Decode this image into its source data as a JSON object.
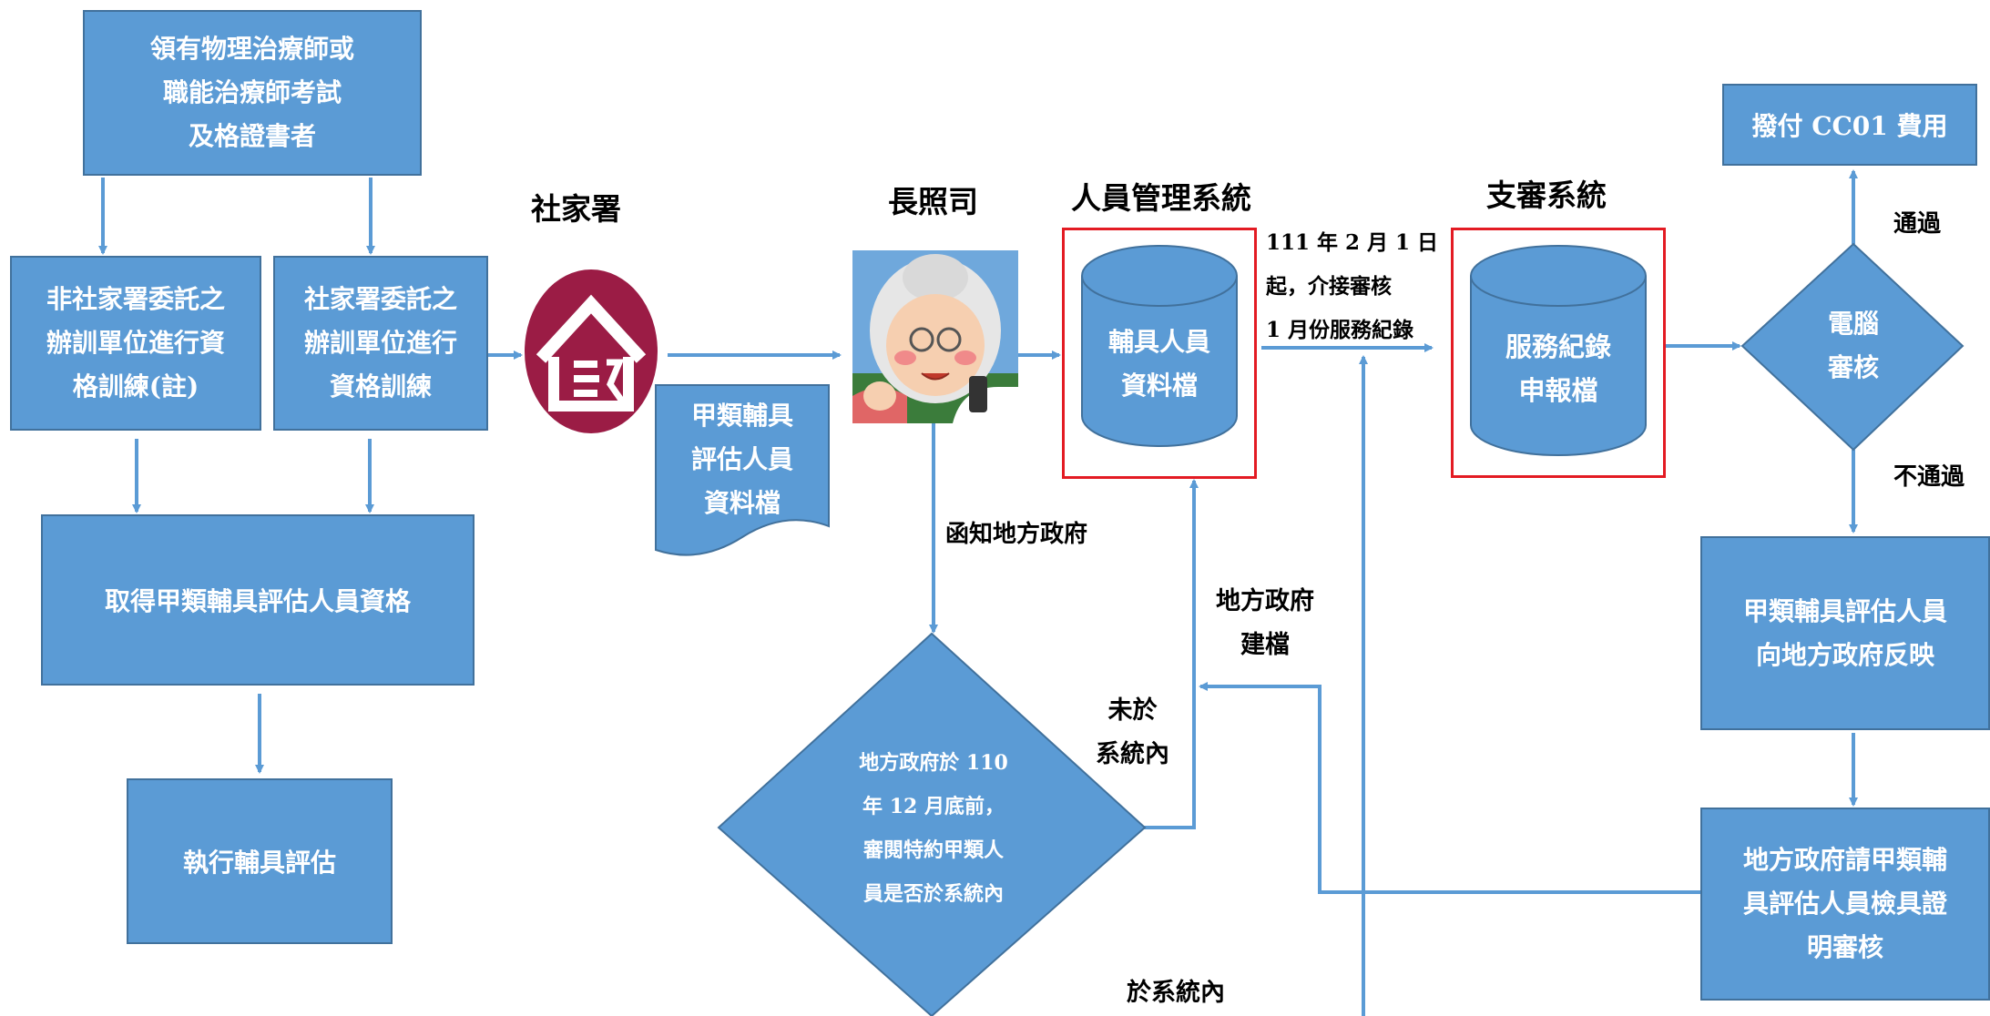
{
  "colors": {
    "box_fill": "#5b9bd5",
    "box_border": "#41719c",
    "arrow": "#5b9bd5",
    "highlight_frame": "#e31b23",
    "logo_bg": "#9b1c45"
  },
  "boxes": {
    "qualified": "領有物理治療師或\n職能治療師考試\n及格證書者",
    "non_commissioned": "非社家署委託之\n辦訓單位進行資\n格訓練(註)",
    "commissioned": "社家署委託之\n辦訓單位進行\n資格訓練",
    "obtain_qualification": "取得甲類輔具評估人員資格",
    "execute_assessment": "執行輔具評估",
    "personnel_file": "甲類輔具\n評估人員\n資料檔",
    "pay_fee": "撥付 CC01 費用",
    "report_to_gov": "甲類輔具評估人員\n向地方政府反映",
    "gov_verify": "地方政府請甲類輔\n具評估人員檢具證\n明審核"
  },
  "headings": {
    "sfaa": "社家署",
    "ltc_dept": "長照司",
    "personnel_system": "人員管理系統",
    "claim_system": "支審系統"
  },
  "databases": {
    "aid_personnel": "輔具人員\n資料檔",
    "service_records": "服務紀錄\n申報檔"
  },
  "decisions": {
    "computer_review": "電腦\n審核",
    "gov_review": "地方政府於 110\n年 12 月底前，\n審閱特約甲類人\n員是否於系統內"
  },
  "labels": {
    "start_date": "111 年 2 月 1 日\n起，介接審核\n1 月份服務紀錄",
    "notify_gov": "函知地方政府",
    "gov_register": "地方政府\n建檔",
    "not_in_system": "未於\n系統內",
    "in_system": "於系統內",
    "pass": "通過",
    "fail": "不通過"
  },
  "icons": {
    "sfaa_logo": "sfaa-house-logo-icon",
    "ltc_mascot": "grandma-mascot-icon"
  }
}
